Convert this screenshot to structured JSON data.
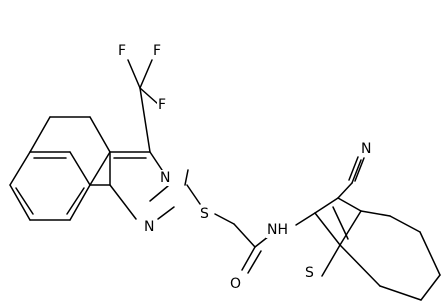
{
  "molecule": {
    "atom_labels": {
      "f1": "F",
      "f2": "F",
      "f3": "F",
      "n_pyrimidine_top": "N",
      "n_pyrimidine_bottom": "N",
      "s_thioether": "S",
      "nh_amide": "NH",
      "o_carbonyl": "O",
      "n_nitrile": "N",
      "s_thiophene": "S"
    }
  }
}
